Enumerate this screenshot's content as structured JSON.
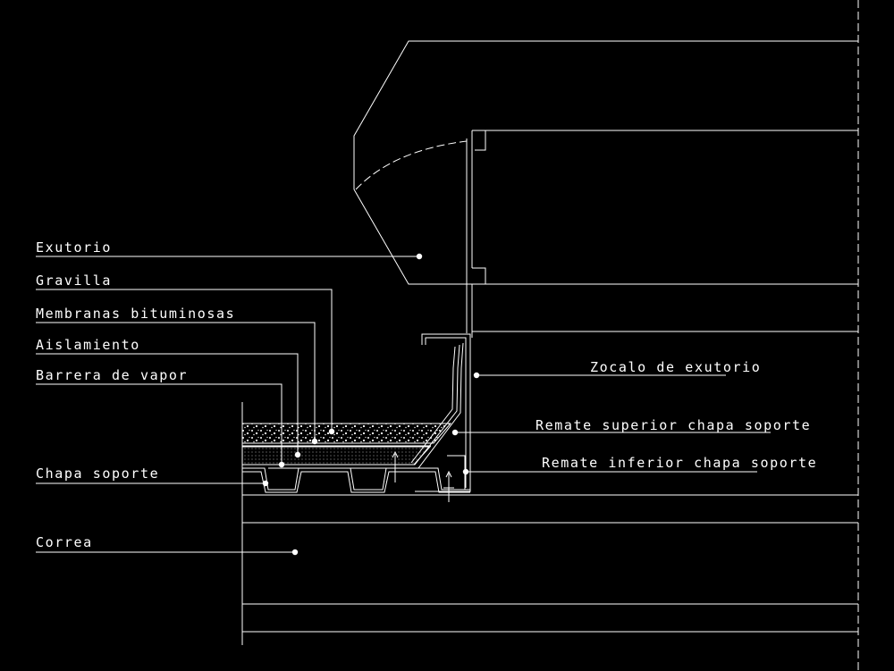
{
  "labels": {
    "exutorio": "Exutorio",
    "gravilla": "Gravilla",
    "membranas": "Membranas bituminosas",
    "aislamiento": "Aislamiento",
    "barrera": "Barrera de vapor",
    "chapa": "Chapa soporte",
    "correa": "Correa",
    "zocalo": "Zocalo de exutorio",
    "remate_sup": "Remate superior chapa soporte",
    "remate_inf": "Remate inferior chapa soporte"
  },
  "colors": {
    "background": "#000000",
    "lines": "#ffffff"
  }
}
